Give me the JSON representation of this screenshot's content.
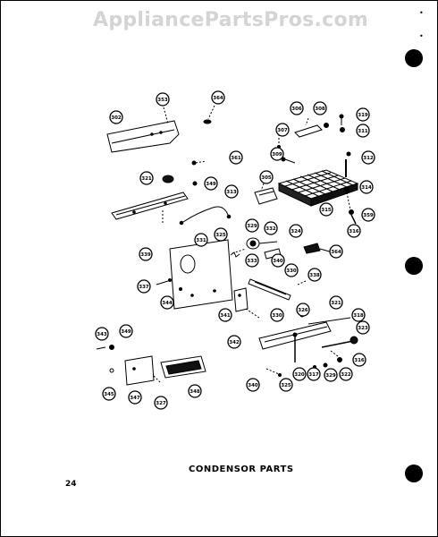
{
  "watermark": "AppliancePartsPros.com",
  "caption": "CONDENSOR PARTS",
  "page_number": "24",
  "corner_marks": [
    "•",
    "•"
  ],
  "callouts": [
    "353",
    "364",
    "302",
    "306",
    "308",
    "319",
    "307",
    "311",
    "309",
    "361",
    "312",
    "321",
    "349",
    "305",
    "314",
    "313",
    "315",
    "359",
    "316",
    "325",
    "332",
    "324",
    "329",
    "331",
    "339",
    "364",
    "333",
    "340",
    "330",
    "338",
    "337",
    "341",
    "330",
    "344",
    "321",
    "326",
    "318",
    "343",
    "349",
    "323",
    "342",
    "320",
    "316",
    "345",
    "340",
    "347",
    "348",
    "327",
    "325",
    "317",
    "322",
    "329"
  ]
}
